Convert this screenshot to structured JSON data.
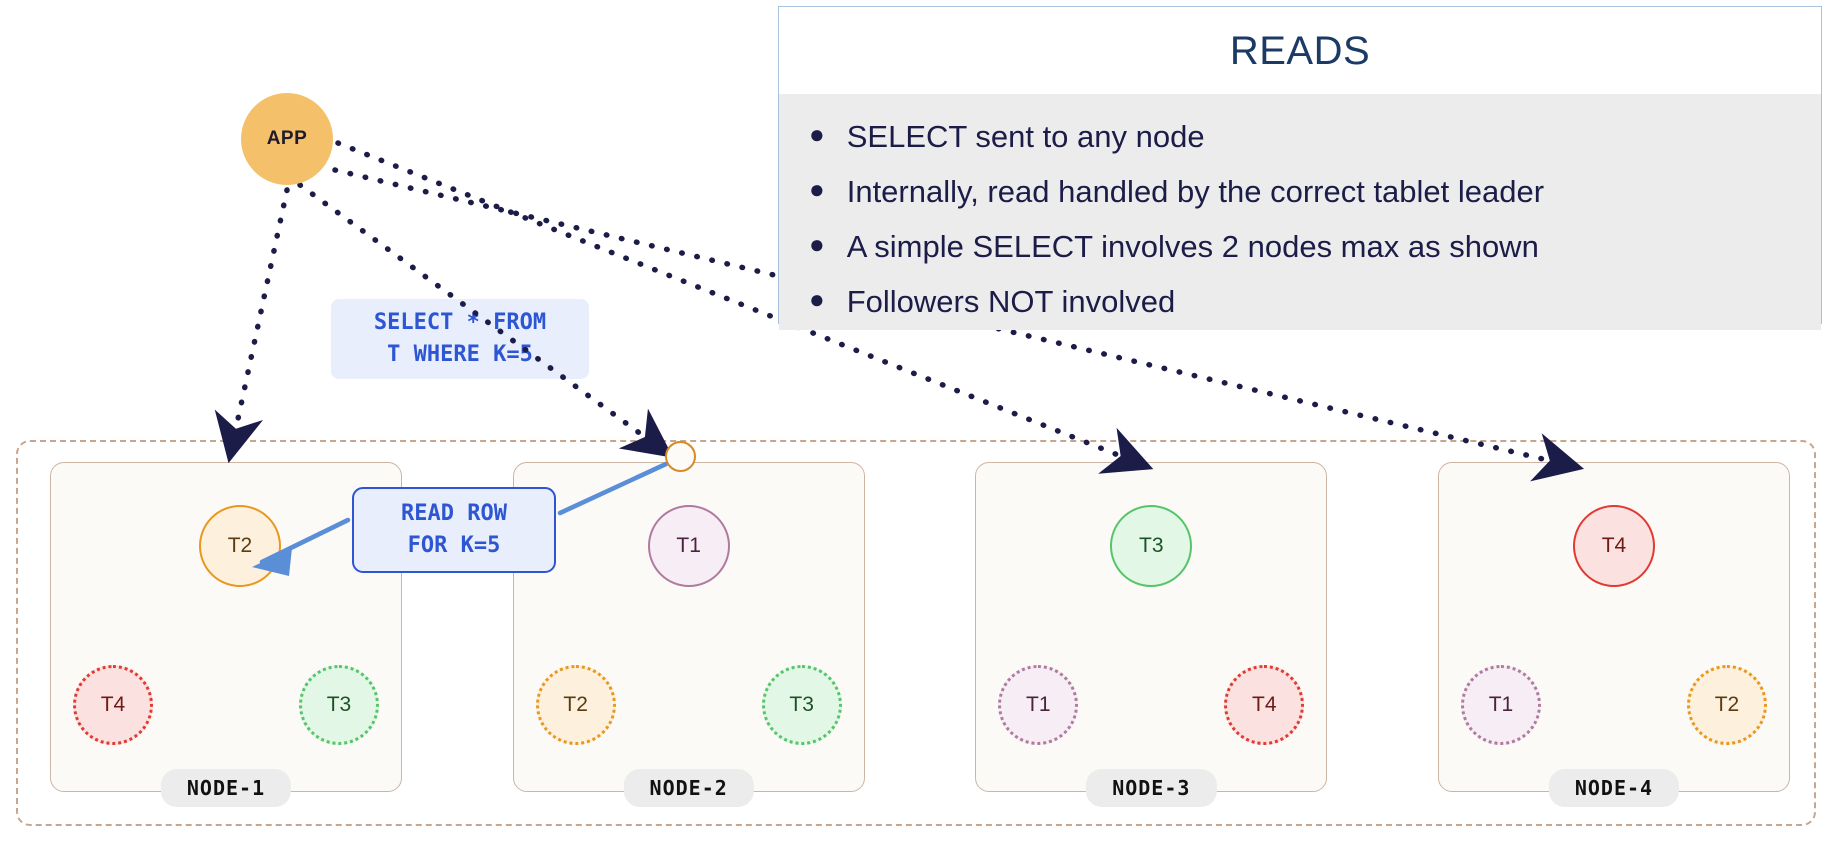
{
  "app": {
    "label": "APP"
  },
  "reads_panel": {
    "title": "READS",
    "bullet_glyph": "●",
    "items": [
      "SELECT sent to any node",
      "Internally, read handled by the correct tablet leader",
      "A simple SELECT involves 2 nodes max as shown",
      "Followers NOT involved"
    ]
  },
  "callouts": {
    "sql": {
      "line1": "SELECT * FROM",
      "line2": "T WHERE K=5"
    },
    "read": {
      "line1": "READ ROW",
      "line2": "FOR K=5"
    }
  },
  "cluster": {
    "nodes": [
      {
        "name": "NODE-1",
        "leader": {
          "label": "T2",
          "color": "orange"
        },
        "followers": [
          {
            "label": "T4",
            "color": "red"
          },
          {
            "label": "T3",
            "color": "green"
          }
        ]
      },
      {
        "name": "NODE-2",
        "leader": {
          "label": "T1",
          "color": "purple"
        },
        "followers": [
          {
            "label": "T2",
            "color": "orange"
          },
          {
            "label": "T3",
            "color": "green"
          }
        ]
      },
      {
        "name": "NODE-3",
        "leader": {
          "label": "T3",
          "color": "green"
        },
        "followers": [
          {
            "label": "T1",
            "color": "purple"
          },
          {
            "label": "T4",
            "color": "red"
          }
        ]
      },
      {
        "name": "NODE-4",
        "leader": {
          "label": "T4",
          "color": "red"
        },
        "followers": [
          {
            "label": "T1",
            "color": "purple"
          },
          {
            "label": "T2",
            "color": "orange"
          }
        ]
      }
    ]
  },
  "colors": {
    "app_fill": "#f4c06a",
    "arrow": "#1c1c48",
    "callout_blue": "#2e56d3",
    "callout_fill": "#e8eefc",
    "cluster_border": "#c8a68d",
    "node_border": "#cdb5a4",
    "panel_border": "#a9c2e0",
    "panel_body": "#ececec",
    "title_color": "#1b3a66",
    "leader_orange": "#e8971f",
    "leader_purple": "#b07aa0",
    "leader_green": "#55c46a",
    "leader_red": "#e03a32"
  }
}
